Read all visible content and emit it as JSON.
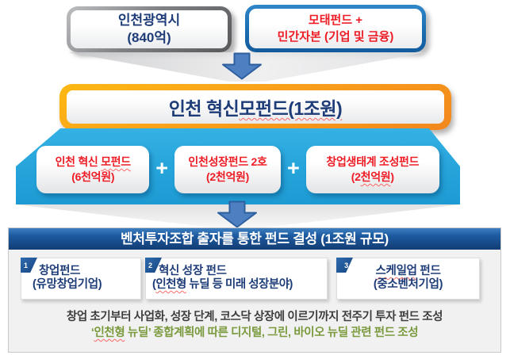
{
  "colors": {
    "band_blue": "#28a7de",
    "orange_border": "#f7941e",
    "navy_text": "#1e3c78",
    "red_text": "#ee1c25",
    "green_text": "#7a9a3d",
    "header_bar_navy": "#174a8c",
    "arrow_blue": "#4e80c1",
    "badge_navy": "#1e5799",
    "gray_border": "#808285",
    "blue_border": "#1b75bc"
  },
  "sources": {
    "city": {
      "l1": "인천광역시",
      "l2": "(840억)"
    },
    "private": {
      "l1": "모태펀드 +",
      "l2": "민간자본 (기업 및 금융)"
    }
  },
  "mother_fund": {
    "pre": "인천 혁신 ",
    "wavy": "모펀드(1조원)"
  },
  "band": {
    "plus": "+",
    "box1": {
      "l1_pre": "인천 혁신 ",
      "l1_wavy": "모펀드",
      "l2": "(6천억원)"
    },
    "box2": {
      "l1": "인천성장펀드 2호",
      "l2": "(2천억원)"
    },
    "box3": {
      "l1": "창업생태계 조성펀드",
      "l2_pre": "(2",
      "l2_wavy": "천억원",
      "l2_post": ")"
    }
  },
  "panel": {
    "header": "벤처투자조합 출자를 통한 펀드 결성 (1조원 규모)",
    "fund1": {
      "num": "1",
      "l1": "창업펀드",
      "l2": "(유망창업기업)"
    },
    "fund2": {
      "num": "2",
      "l1": "혁신 성장 펀드",
      "l2_pre": "(",
      "l2_wavy": "인천형",
      "l2_post": " 뉴딜 등 미래 성장분야)"
    },
    "fund3": {
      "num": "3",
      "l1_wavy": "스케일업",
      "l1_post": " 펀드",
      "l2": "(중소벤처기업)"
    },
    "note1": "창업 초기부터 사업화, 성장 단계, 코스닥 상장에 이르기까지 전주기 투자 펀드 조성",
    "note2_pre": "‘",
    "note2_wavy": "인천형",
    "note2_post": " 뉴딜’ 종합계획에 따른 디지털, 그린, 바이오 뉴딜 관련 펀드 조성"
  }
}
